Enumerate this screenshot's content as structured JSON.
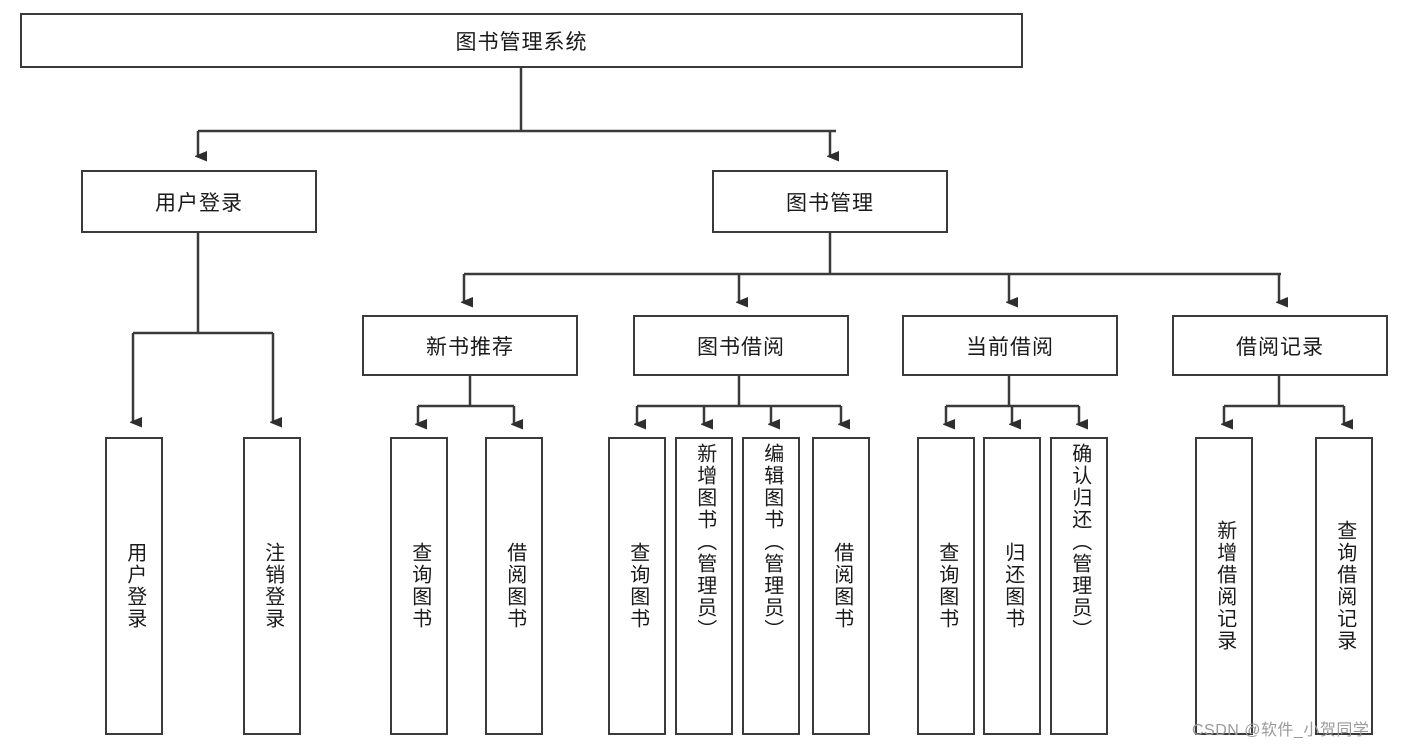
{
  "diagram": {
    "type": "tree-hierarchy",
    "title": "图书管理系统",
    "root": {
      "label": "图书管理系统"
    },
    "level2": [
      {
        "id": "user-login",
        "label": "用户登录"
      },
      {
        "id": "book-management",
        "label": "图书管理"
      }
    ],
    "level3": [
      {
        "id": "new-book-recommend",
        "label": "新书推荐",
        "parent": "book-management"
      },
      {
        "id": "book-borrow",
        "label": "图书借阅",
        "parent": "book-management"
      },
      {
        "id": "current-borrow",
        "label": "当前借阅",
        "parent": "book-management"
      },
      {
        "id": "borrow-record",
        "label": "借阅记录",
        "parent": "book-management"
      }
    ],
    "leaves": {
      "user-login": [
        {
          "id": "leaf-user-login",
          "label": "用户登录"
        },
        {
          "id": "leaf-logout",
          "label": "注销登录"
        }
      ],
      "new-book-recommend": [
        {
          "id": "leaf-query-book-1",
          "label": "查询图书"
        },
        {
          "id": "leaf-borrow-book-1",
          "label": "借阅图书"
        }
      ],
      "book-borrow": [
        {
          "id": "leaf-query-book-2",
          "label": "查询图书"
        },
        {
          "id": "leaf-add-book",
          "label": "新增图书（管理员）"
        },
        {
          "id": "leaf-edit-book",
          "label": "编辑图书（管理员）"
        },
        {
          "id": "leaf-borrow-book-2",
          "label": "借阅图书"
        }
      ],
      "current-borrow": [
        {
          "id": "leaf-query-book-3",
          "label": "查询图书"
        },
        {
          "id": "leaf-return-book",
          "label": "归还图书"
        },
        {
          "id": "leaf-confirm-return",
          "label": "确认归还（管理员）"
        }
      ],
      "borrow-record": [
        {
          "id": "leaf-add-record",
          "label": "新增借阅记录"
        },
        {
          "id": "leaf-query-record",
          "label": "查询借阅记录"
        }
      ]
    },
    "colors": {
      "stroke": "#3a3a3a",
      "text": "#1a1a1a",
      "background": "#ffffff",
      "watermark": "#9a9a9a"
    }
  },
  "watermark": {
    "text": "CSDN @软件_小贺同学"
  }
}
